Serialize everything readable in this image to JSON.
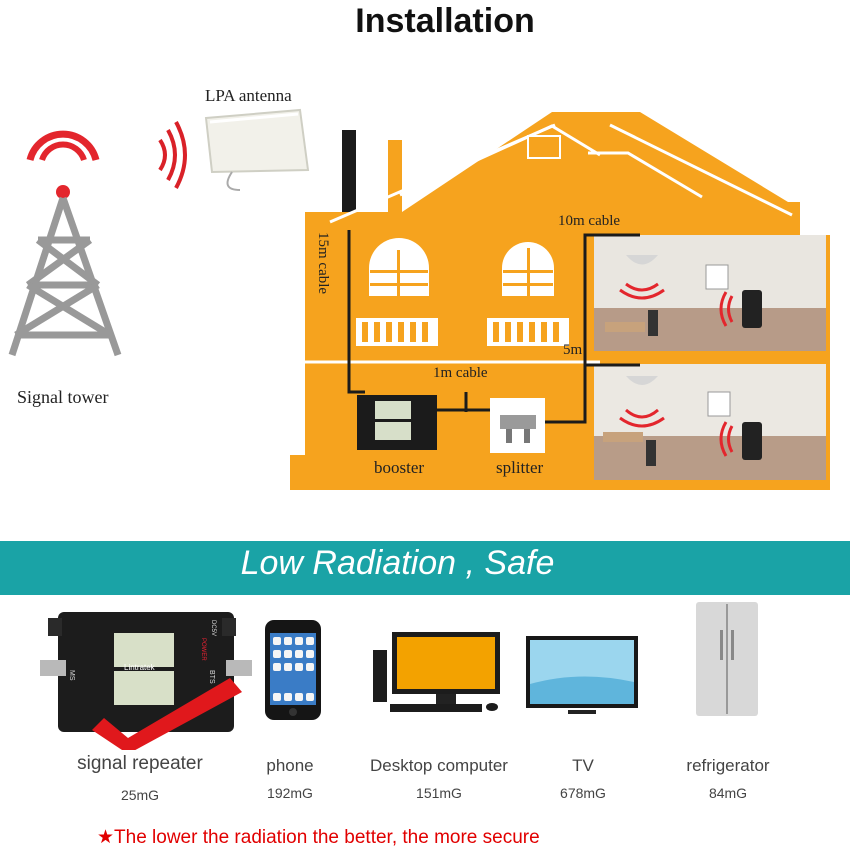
{
  "title": "Installation",
  "labels": {
    "antenna": "LPA antenna",
    "tower": "Signal tower",
    "cable_15m": "15m cable",
    "cable_10m": "10m cable",
    "cable_5m": "5m",
    "cable_1m": "1m cable",
    "booster": "booster",
    "splitter": "splitter"
  },
  "device_screen": {
    "brand": "Lintratek",
    "left_port": "MS",
    "right_port": "BTS",
    "power": "POWER",
    "dc": "DC5V"
  },
  "banner": "Low Radiation , Safe",
  "items": [
    {
      "label": "signal repeater",
      "value": "25mG"
    },
    {
      "label": "phone",
      "value": "192mG"
    },
    {
      "label": "Desktop computer",
      "value": "151mG"
    },
    {
      "label": "TV",
      "value": "678mG"
    },
    {
      "label": "refrigerator",
      "value": "84mG"
    }
  ],
  "note": "★The lower the radiation the better, the more secure",
  "colors": {
    "house": "#f6a31e",
    "banner": "#1aa3a6",
    "tower_signal": "#e3262d",
    "note": "#e10000",
    "check": "#e0181c"
  }
}
